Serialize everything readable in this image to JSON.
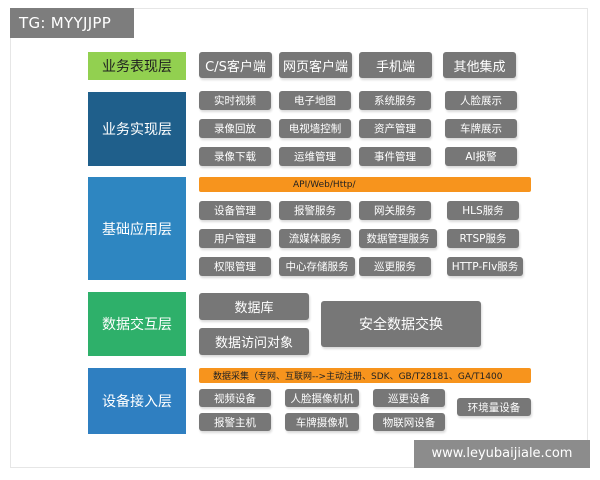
{
  "tag": "TG: MYYJJPP",
  "watermark": "www.leyubaijiale.com",
  "layers": {
    "presentation": {
      "label": "业务表现层",
      "items": [
        "C/S客户端",
        "网页客户端",
        "手机端",
        "其他集成"
      ]
    },
    "implementation": {
      "label": "业务实现层",
      "rows": [
        [
          "实时视频",
          "电子地图",
          "系统服务",
          "人脸展示"
        ],
        [
          "录像回放",
          "电视墙控制",
          "资产管理",
          "车牌展示"
        ],
        [
          "录像下载",
          "运维管理",
          "事件管理",
          "AI报警"
        ]
      ]
    },
    "application": {
      "label": "基础应用层",
      "bar": "API/Web/Http/",
      "rows": [
        [
          "设备管理",
          "报警服务",
          "网关服务",
          "HLS服务"
        ],
        [
          "用户管理",
          "流媒体服务",
          "数据管理服务",
          "RTSP服务"
        ],
        [
          "权限管理",
          "中心存储服务",
          "巡更服务",
          "HTTP-Flv服务"
        ]
      ]
    },
    "data_exchange": {
      "label": "数据交互层",
      "database": "数据库",
      "access": "数据访问对象",
      "secure": "安全数据交换"
    },
    "access": {
      "label": "设备接入层",
      "bar": "数据采集（专网、互联网-->主动注册、SDK、GB/T28181、GA/T1400",
      "row1": [
        "视频设备",
        "人脸摄像机机",
        "巡更设备"
      ],
      "row2": [
        "报警主机",
        "车牌摄像机",
        "物联网设备"
      ],
      "env": "环境量设备"
    }
  }
}
